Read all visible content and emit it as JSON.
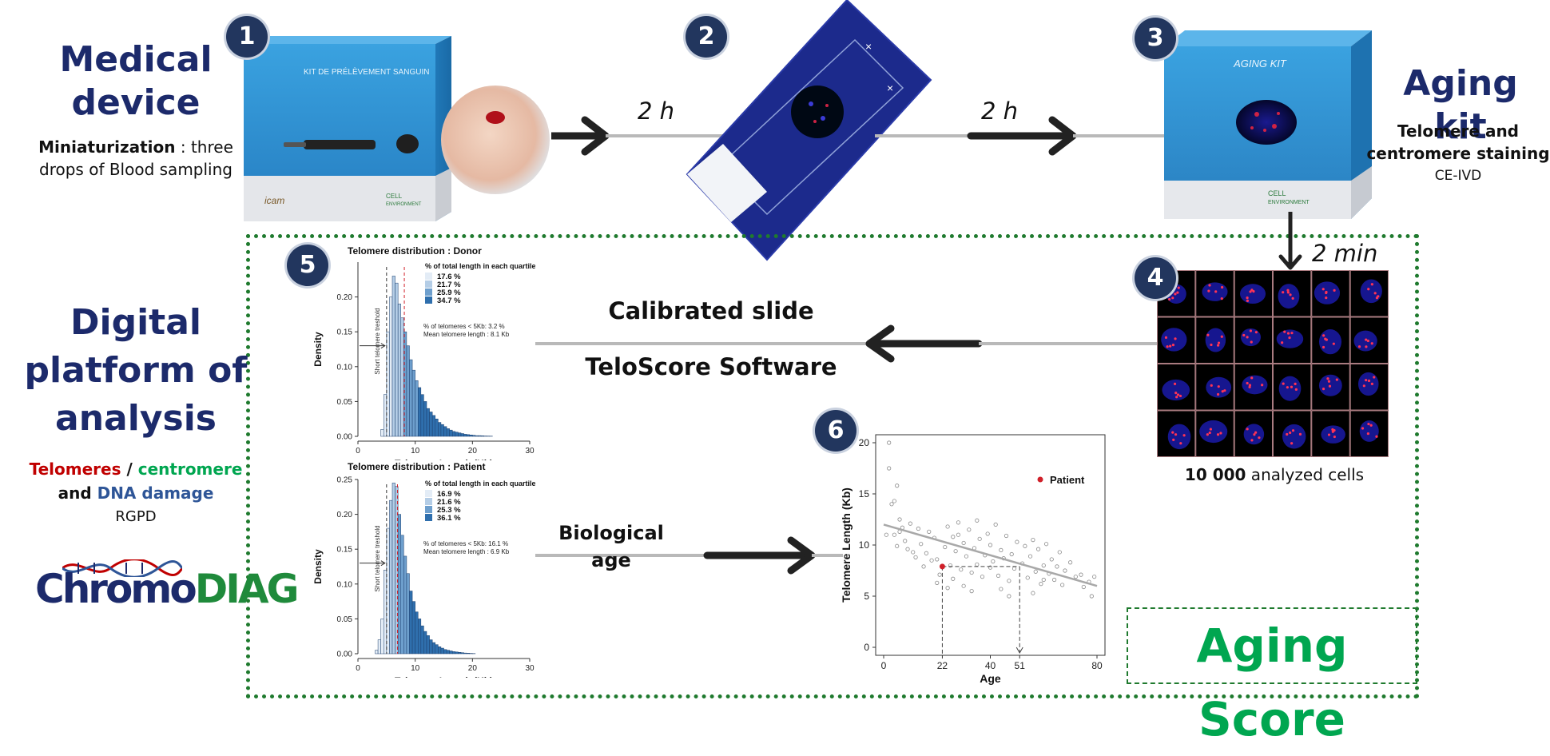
{
  "step_badges": [
    "1",
    "2",
    "3",
    "4",
    "5",
    "6"
  ],
  "medical_device": {
    "title_line1": "Medical",
    "title_line2": "device",
    "desc_bold": "Miniaturization",
    "desc_rest": " : three",
    "desc_line2": "drops of Blood sampling"
  },
  "kit_box": {
    "title": "KIT DE PRÉLÈVEMENT SANGUIN",
    "brand_left": "icam",
    "brand_right_1": "CELL",
    "brand_right_2": "ENVIRONMENT"
  },
  "aging_kit": {
    "title": "Aging kit",
    "desc_line1": "Telomere and",
    "desc_line2": "centromere  staining",
    "desc_line3": "CE-IVD",
    "box_label": "AGING KIT",
    "brand_1": "CELL",
    "brand_2": "ENVIRONMENT"
  },
  "durations": {
    "step1_2": "2 h",
    "step2_3": "2 h",
    "step3_4": "2 min"
  },
  "cells_caption": {
    "bold": "10 000",
    "rest": " analyzed cells"
  },
  "calibrated": {
    "line1": "Calibrated slide",
    "line2": "TeloScore Software"
  },
  "biological_age": {
    "line1": "Biological",
    "line2": "age"
  },
  "digital_platform": {
    "line1": "Digital",
    "line2": "platform of",
    "line3": "analysis",
    "telomeres": "Telomeres",
    "slash": " / ",
    "centromere": "centromere",
    "and": "and ",
    "dna_damage": "DNA damage",
    "rgpd": "RGPD"
  },
  "logo": {
    "part1": "Chromo",
    "part2": "DIAG"
  },
  "aging_score": "Aging Score",
  "colors": {
    "navy": "#1c2a6b",
    "red": "#c00000",
    "green": "#00a650",
    "blue": "#2e5597",
    "box_blue": "#2f8fd0",
    "slide_blue": "#1c2a8c",
    "dash_green": "#1f7a2e"
  },
  "chart_data": [
    {
      "type": "bar",
      "title": "Telomere distribution : Donor",
      "xlabel": "Telomere Length (Kb)",
      "ylabel": "Density",
      "xlim": [
        0,
        30
      ],
      "ylim": [
        0,
        0.25
      ],
      "xticks": [
        0,
        10,
        20,
        30
      ],
      "yticks": [
        0.0,
        0.05,
        0.1,
        0.15,
        0.2
      ],
      "legend_title": "% of total length in each quartile",
      "legend_entries": [
        "17.6 %",
        "21.7 %",
        "25.9 %",
        "34.7 %"
      ],
      "annotation_line1": "% of telomeres < 5Kb: 3.2 %",
      "annotation_line2": "Mean telomere length : 8.1 Kb",
      "threshold_label": "Short telomere treshold",
      "threshold_x": 5,
      "mean_x": 8.1,
      "bin_width": 0.5,
      "x": [
        4,
        4.5,
        5,
        5.5,
        6,
        6.5,
        7,
        7.5,
        8,
        8.5,
        9,
        9.5,
        10,
        10.5,
        11,
        11.5,
        12,
        12.5,
        13,
        13.5,
        14,
        14.5,
        15,
        15.5,
        16,
        16.5,
        17,
        17.5,
        18,
        18.5,
        19,
        19.5,
        20,
        20.5,
        21,
        21.5,
        22,
        22.5,
        23
      ],
      "values": [
        0.01,
        0.06,
        0.15,
        0.2,
        0.23,
        0.22,
        0.19,
        0.17,
        0.15,
        0.13,
        0.11,
        0.095,
        0.08,
        0.07,
        0.06,
        0.05,
        0.04,
        0.035,
        0.03,
        0.025,
        0.02,
        0.017,
        0.014,
        0.011,
        0.009,
        0.007,
        0.006,
        0.005,
        0.004,
        0.003,
        0.0025,
        0.002,
        0.0015,
        0.001,
        0.001,
        0.0008,
        0.0005,
        0.0004,
        0.0003
      ],
      "quartile_edges": [
        6.2,
        8.0,
        10.5
      ]
    },
    {
      "type": "bar",
      "title": "Telomere distribution : Patient",
      "xlabel": "Telomere Length (Kb)",
      "ylabel": "Density",
      "xlim": [
        0,
        30
      ],
      "ylim": [
        0,
        0.25
      ],
      "xticks": [
        0,
        10,
        20,
        30
      ],
      "yticks": [
        0.0,
        0.05,
        0.1,
        0.15,
        0.2,
        0.25
      ],
      "legend_title": "% of total length in each quartile",
      "legend_entries": [
        "16.9 %",
        "21.6 %",
        "25.3 %",
        "36.1 %"
      ],
      "annotation_line1": "% of telomeres < 5Kb: 16.1 %",
      "annotation_line2": "Mean telomere length : 6.9 Kb",
      "threshold_label": "Short telomere treshold",
      "threshold_x": 5,
      "mean_x": 6.9,
      "bin_width": 0.5,
      "x": [
        3,
        3.5,
        4,
        4.5,
        5,
        5.5,
        6,
        6.5,
        7,
        7.5,
        8,
        8.5,
        9,
        9.5,
        10,
        10.5,
        11,
        11.5,
        12,
        12.5,
        13,
        13.5,
        14,
        14.5,
        15,
        15.5,
        16,
        16.5,
        17,
        17.5,
        18,
        18.5,
        19,
        19.5,
        20
      ],
      "values": [
        0.005,
        0.02,
        0.05,
        0.12,
        0.18,
        0.22,
        0.245,
        0.24,
        0.2,
        0.17,
        0.14,
        0.115,
        0.09,
        0.075,
        0.06,
        0.05,
        0.04,
        0.032,
        0.026,
        0.02,
        0.016,
        0.013,
        0.01,
        0.008,
        0.006,
        0.005,
        0.004,
        0.003,
        0.0025,
        0.002,
        0.0015,
        0.001,
        0.0008,
        0.0005,
        0.0003
      ],
      "quartile_edges": [
        5.3,
        6.8,
        9.0
      ]
    },
    {
      "type": "scatter",
      "xlabel": "Age",
      "ylabel": "Telomere Length (Kb)",
      "xlim": [
        0,
        80
      ],
      "ylim": [
        0,
        20
      ],
      "xticks": [
        0,
        22,
        40,
        51,
        80
      ],
      "yticks": [
        0,
        5,
        10,
        15,
        20
      ],
      "legend": "Patient",
      "patient": {
        "x": 22,
        "y": 7.9
      },
      "intersect": {
        "x": 51,
        "y": 7.9
      },
      "trend": {
        "x": [
          0,
          80
        ],
        "y": [
          12.0,
          6.0
        ]
      },
      "x": [
        1,
        2,
        2,
        3,
        4,
        4,
        5,
        5,
        6,
        6,
        7,
        8,
        9,
        10,
        11,
        12,
        13,
        14,
        15,
        16,
        17,
        18,
        19,
        20,
        20,
        21,
        23,
        24,
        25,
        26,
        26,
        27,
        28,
        29,
        30,
        31,
        32,
        33,
        34,
        35,
        35,
        36,
        37,
        38,
        39,
        40,
        40,
        41,
        42,
        43,
        44,
        45,
        46,
        47,
        48,
        49,
        50,
        52,
        53,
        54,
        55,
        56,
        57,
        58,
        59,
        60,
        61,
        62,
        63,
        64,
        65,
        66,
        67,
        68,
        70,
        72,
        74,
        75,
        77,
        78,
        79,
        30,
        33,
        44,
        47,
        56,
        60,
        24,
        28
      ],
      "y": [
        11,
        17.5,
        20,
        14,
        11,
        14.3,
        9.9,
        15.8,
        11.3,
        12.5,
        11.7,
        10.4,
        9.6,
        12.1,
        9.3,
        8.8,
        11.6,
        10.1,
        7.9,
        9.2,
        11.3,
        8.5,
        10.7,
        6.3,
        8.6,
        7.1,
        9.8,
        11.8,
        8.0,
        10.8,
        6.7,
        9.4,
        12.2,
        7.6,
        10.2,
        8.9,
        11.5,
        7.3,
        9.7,
        12.4,
        8.1,
        10.6,
        6.9,
        9.0,
        11.1,
        7.8,
        10.0,
        8.4,
        12.0,
        7.0,
        9.5,
        8.7,
        10.9,
        6.5,
        9.1,
        7.7,
        10.3,
        8.2,
        9.9,
        6.8,
        8.9,
        10.5,
        7.4,
        9.6,
        6.2,
        8.0,
        10.1,
        7.2,
        8.6,
        6.6,
        7.9,
        9.3,
        6.1,
        7.5,
        8.3,
        6.9,
        7.1,
        5.9,
        6.4,
        5.0,
        6.9,
        6.0,
        5.5,
        5.7,
        5.0,
        5.3,
        6.6,
        5.8,
        11.0
      ]
    }
  ]
}
